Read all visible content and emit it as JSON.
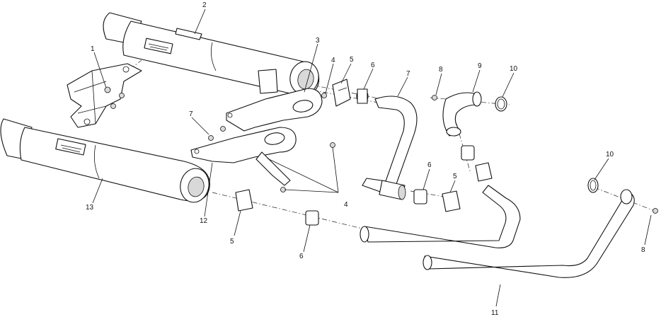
{
  "callouts": [
    {
      "id": "c1",
      "text": "1"
    },
    {
      "id": "c2",
      "text": "2"
    },
    {
      "id": "c3",
      "text": "3"
    },
    {
      "id": "c4a",
      "text": "4"
    },
    {
      "id": "c5a",
      "text": "5"
    },
    {
      "id": "c6a",
      "text": "6"
    },
    {
      "id": "c7a",
      "text": "7"
    },
    {
      "id": "c8a",
      "text": "8"
    },
    {
      "id": "c9",
      "text": "9"
    },
    {
      "id": "c10a",
      "text": "10"
    },
    {
      "id": "c7b",
      "text": "7"
    },
    {
      "id": "c6b",
      "text": "6"
    },
    {
      "id": "c5b",
      "text": "5"
    },
    {
      "id": "c10b",
      "text": "10"
    },
    {
      "id": "c4b",
      "text": "4"
    },
    {
      "id": "c13",
      "text": "13"
    },
    {
      "id": "c12",
      "text": "12"
    },
    {
      "id": "c5c",
      "text": "5"
    },
    {
      "id": "c6c",
      "text": "6"
    },
    {
      "id": "c8b",
      "text": "8"
    },
    {
      "id": "c11",
      "text": "11"
    }
  ]
}
